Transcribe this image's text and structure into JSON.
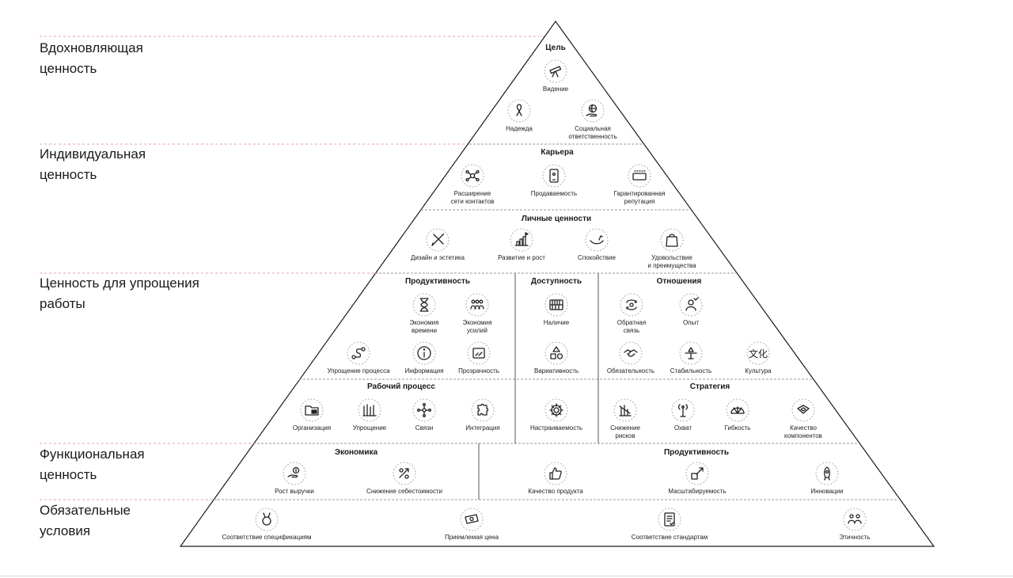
{
  "levels": [
    {
      "label": "Вдохновляющая\nценность"
    },
    {
      "label": "Индивидуальная\nценность"
    },
    {
      "label": "Ценность для упрощения\nработы"
    },
    {
      "label": "Функциональная\nценность"
    },
    {
      "label": "Обязательные\nусловия"
    }
  ],
  "groups": {
    "goal": {
      "title": "Цель",
      "items": [
        "Видение",
        "Надежда",
        "Социальная\nответственность"
      ]
    },
    "career": {
      "title": "Карьера",
      "items": [
        "Расширение\nсети контактов",
        "Продаваемость",
        "Гарантированная\nрепутация"
      ]
    },
    "personal": {
      "title": "Личные ценности",
      "items": [
        "Дизайн и эстетика",
        "Развитие и рост",
        "Спокойствие",
        "Удовольствие\nи преимущества"
      ]
    },
    "productivity": {
      "title": "Продуктивность",
      "items": [
        "Экономия\nвремени",
        "Экономия\nусилий",
        "Упрощение процесса",
        "Информация",
        "Прозрачность"
      ]
    },
    "accessibility": {
      "title": "Доступность",
      "items": [
        "Наличие",
        "Вариативность",
        "Настраиваемость"
      ]
    },
    "relations": {
      "title": "Отношения",
      "items": [
        "Обратная\nсвязь",
        "Опыт",
        "Обязательность",
        "Стабильность",
        "Культура"
      ]
    },
    "workflow": {
      "title": "Рабочий процесс",
      "items": [
        "Организация",
        "Упрощение",
        "Связи",
        "Интеграция"
      ]
    },
    "strategy": {
      "title": "Стратегия",
      "items": [
        "Снижение\nрисков",
        "Охват",
        "Гибкость",
        "Качество\nкомпонентов"
      ]
    },
    "economy": {
      "title": "Экономика",
      "items": [
        "Рост выручки",
        "Снижение себестоимости"
      ]
    },
    "productivity2": {
      "title": "Продуктивность",
      "items": [
        "Качество продукта",
        "Масштабируемость",
        "Инновации"
      ]
    },
    "mandatory": {
      "items": [
        "Соответствие спецификациям",
        "Приемлемая цена",
        "Соответствие стандартам",
        "Этичность"
      ]
    }
  },
  "colors": {
    "separator": "#e7a3a3",
    "ink": "#1a1a1a",
    "dash": "#9a9a9a"
  }
}
